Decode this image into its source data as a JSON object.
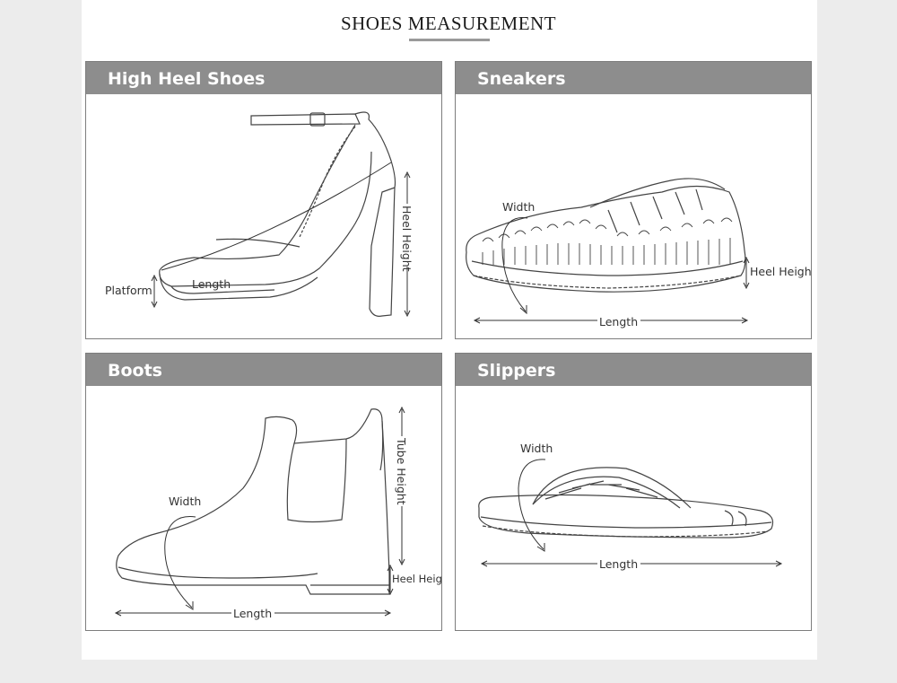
{
  "title": "SHOES MEASUREMENT",
  "panels": {
    "high_heel": {
      "heading": "High Heel Shoes",
      "labels": {
        "platform": "Platform",
        "length": "Length",
        "heel_height": "Heel Height"
      }
    },
    "sneakers": {
      "heading": "Sneakers",
      "labels": {
        "width": "Width",
        "heel_height": "Heel Height",
        "length": "Length"
      }
    },
    "boots": {
      "heading": "Boots",
      "labels": {
        "width": "Width",
        "tube_height": "Tube Height",
        "heel_height": "Heel Height",
        "length": "Length"
      }
    },
    "slippers": {
      "heading": "Slippers",
      "labels": {
        "width": "Width",
        "length": "Length"
      }
    }
  },
  "colors": {
    "header_bg": "#8d8d8d",
    "border": "#7d7d7d",
    "page_bg": "#ececec"
  }
}
